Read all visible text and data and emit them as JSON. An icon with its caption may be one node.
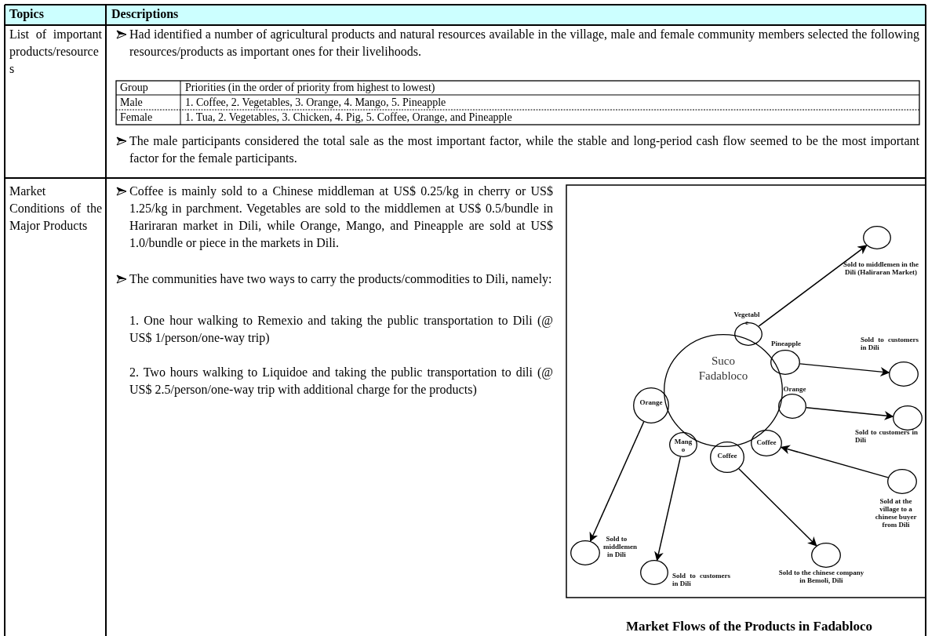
{
  "diagram": {
    "caption": "Market Flows of the Products in Fadabloco",
    "nodes": [
      {
        "text": [
          "Suco Fadabloco"
        ]
      },
      {
        "text": [
          "Vegetable"
        ]
      },
      {
        "text": [
          "Pineapple"
        ]
      },
      {
        "text": [
          "Orange"
        ]
      },
      {
        "text": [
          "Coffee"
        ]
      },
      {
        "text": [
          "Orange"
        ]
      },
      {
        "text": [
          "Mango"
        ]
      },
      {
        "text": [
          "Coffee"
        ]
      },
      {
        "text": [],
        "shape": "circle",
        "beside": [
          "Sold to middlemen in the Dili (Haliraran Market)"
        ]
      },
      {
        "text": [],
        "shape": "circle",
        "beside": [
          "Sold to customers in Dili"
        ]
      },
      {
        "text": [],
        "shape": "circle",
        "beside": [
          "Sold to customers in Dili"
        ]
      },
      {
        "text": [],
        "shape": "circle",
        "beside": [
          "Sold at the village to a chinese buyer from Dili"
        ]
      },
      {
        "text": [],
        "shape": "circle",
        "beside": [
          "Sold to the chinese company in Bemoli, Dili"
        ]
      },
      {
        "text": [],
        "shape": "circle",
        "beside": [
          "Sold to customers in Dili"
        ]
      },
      {
        "text": [],
        "shape": "circle",
        "beside": [
          "Sold to middlemen in Dili"
        ]
      }
    ],
    "edges": [
      {
        "from": 1,
        "to": 8,
        "arrow": "to"
      },
      {
        "from": 2,
        "to": 9,
        "arrow": "to"
      },
      {
        "from": 3,
        "to": 10,
        "arrow": "to"
      },
      {
        "from": 11,
        "to": 4,
        "arrow": "to"
      },
      {
        "from": 7,
        "to": 12,
        "arrow": "to"
      },
      {
        "from": 6,
        "to": 13,
        "arrow": "to"
      },
      {
        "from": 5,
        "to": 14,
        "arrow": "to"
      }
    ],
    "labels": [
      "Topics",
      "Descriptions",
      "List of important products/resources",
      "Had identified a number of agricultural products and natural resources available in the village, male and female community members selected the following resources/products as important ones for their livelihoods.",
      "Group",
      "Priorities (in the order of priority from highest to lowest)",
      "Male",
      "1. Coffee, 2. Vegetables, 3. Orange, 4. Mango, 5. Pineapple",
      "Female",
      "1. Tua, 2. Vegetables, 3. Chicken, 4. Pig, 5. Coffee, Orange, and Pineapple",
      "The male participants considered the total sale as the most important factor, while the stable and long-period cash flow seemed to be the most important factor for the female participants.",
      "Market Conditions of the Major Products",
      "Coffee is mainly sold to a Chinese middleman at US$ 0.25/kg in cherry or US$ 1.25/kg in parchment. Vegetables are sold to the middlemen at US$ 0.5/bundle in Hariraran market in Dili, while Orange, Mango, and Pineapple are sold at US$ 1.0/bundle or piece in the markets in Dili.",
      "The communities have two ways to carry the products/commodities to Dili, namely:",
      "1. One hour walking to Remexio and taking the public transportation to Dili (@ US$ 1/person/one-way trip)",
      "2. Two hours walking to Liquidoe and taking the public transportation to dili (@ US$ 2.5/person/one-way trip with additional charge for the products)"
    ]
  }
}
